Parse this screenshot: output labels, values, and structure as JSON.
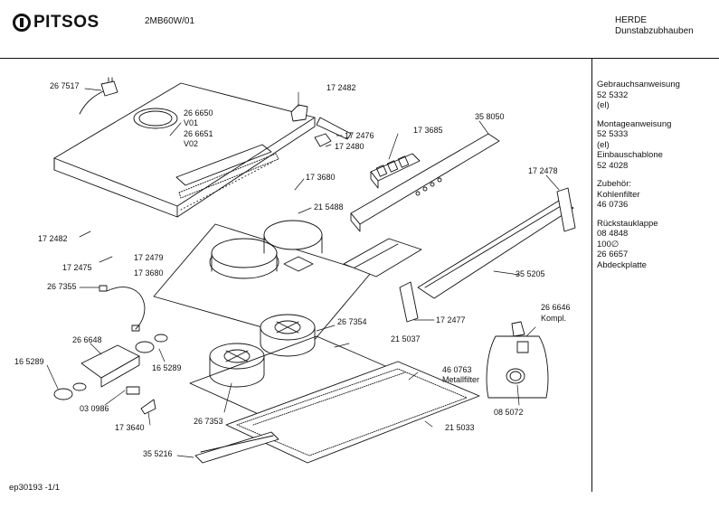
{
  "header": {
    "brand": "PITSOS",
    "model": "2MB60W/01",
    "category_line1": "HERDE",
    "category_line2": "Dunstabzubhauben"
  },
  "sidebar": {
    "blocks": [
      [
        "Gebrauchsanweisung",
        "52 5332",
        "(el)"
      ],
      [
        "Montageanweisung",
        "52 5333",
        "(el)",
        "Einbauschablone",
        "52 4028"
      ],
      [
        "Zubehör:",
        "Kohlenfilter",
        "46 0736"
      ],
      [
        "Rückstauklappe",
        "08 4848",
        "100∅",
        "26 6657",
        "Abdeckplatte"
      ]
    ]
  },
  "parts": {
    "p267517": "26 7517",
    "p266650": "26 6650",
    "v01": "V01",
    "p266651": "26 6651",
    "v02": "V02",
    "p172482a": "17 2482",
    "p172476": "17 2476",
    "p173685": "17 3685",
    "p358050": "35 8050",
    "p172480": "17 2480",
    "p173680a": "17 3680",
    "p215488": "21 5488",
    "p172478": "17 2478",
    "p172482b": "17 2482",
    "p172479": "17 2479",
    "p172475": "17 2475",
    "p173680b": "17 3680",
    "p267355": "26 7355",
    "p355205": "35 5205",
    "p172477": "17 2477",
    "p266646": "26 6646",
    "kompl": "Kompl.",
    "p267354": "26 7354",
    "p266648": "26 6648",
    "p215037": "21 5037",
    "p165289a": "16 5289",
    "p165289b": "16 5289",
    "p460763": "46 0763",
    "metallfilter": "Metallfilter",
    "p030986": "03 0986",
    "p085072": "08 5072",
    "p173640": "17 3640",
    "p267353": "26 7353",
    "p215033": "21 5033",
    "p355216": "35 5216"
  },
  "footer": {
    "code": "ep30193   -1/1"
  }
}
